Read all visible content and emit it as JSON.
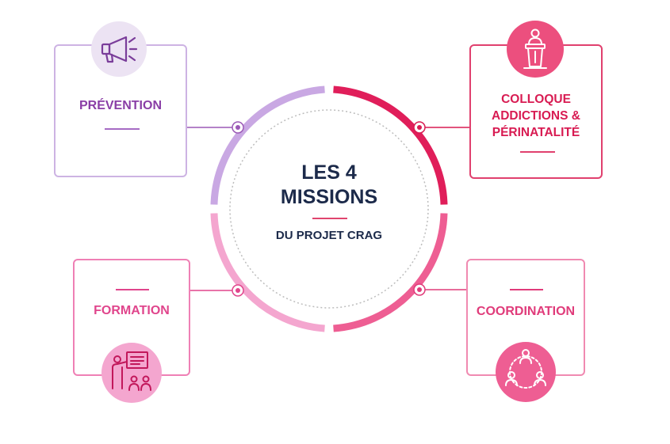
{
  "center": {
    "title_line1": "LES 4",
    "title_line2": "MISSIONS",
    "subtitle": "DU PROJET CRAG"
  },
  "missions": [
    {
      "id": "prevention",
      "label": "PRÉVENTION",
      "icon": "megaphone-icon",
      "color": "#8a3ea6"
    },
    {
      "id": "colloque",
      "label_lines": [
        "COLLOQUE",
        "ADDICTIONS &",
        "PÉRINATALITÉ"
      ],
      "icon": "lectern-speaker-icon",
      "color": "#d81b52"
    },
    {
      "id": "formation",
      "label": "FORMATION",
      "icon": "teacher-board-icon",
      "color": "#e0458c"
    },
    {
      "id": "coordination",
      "label": "COORDINATION",
      "icon": "network-people-icon",
      "color": "#e03b7a"
    }
  ],
  "colors": {
    "prevention_ring": "#c9a8e3",
    "prevention_card": "#cdb3e3",
    "colloque_ring": "#e01e5a",
    "colloque_card": "#e0406e",
    "formation_ring": "#f4a6cf",
    "formation_card": "#ef80b5",
    "coordination_ring": "#ee5e93",
    "coordination_card": "#f08ab1",
    "navy_text": "#1c2a4a"
  }
}
